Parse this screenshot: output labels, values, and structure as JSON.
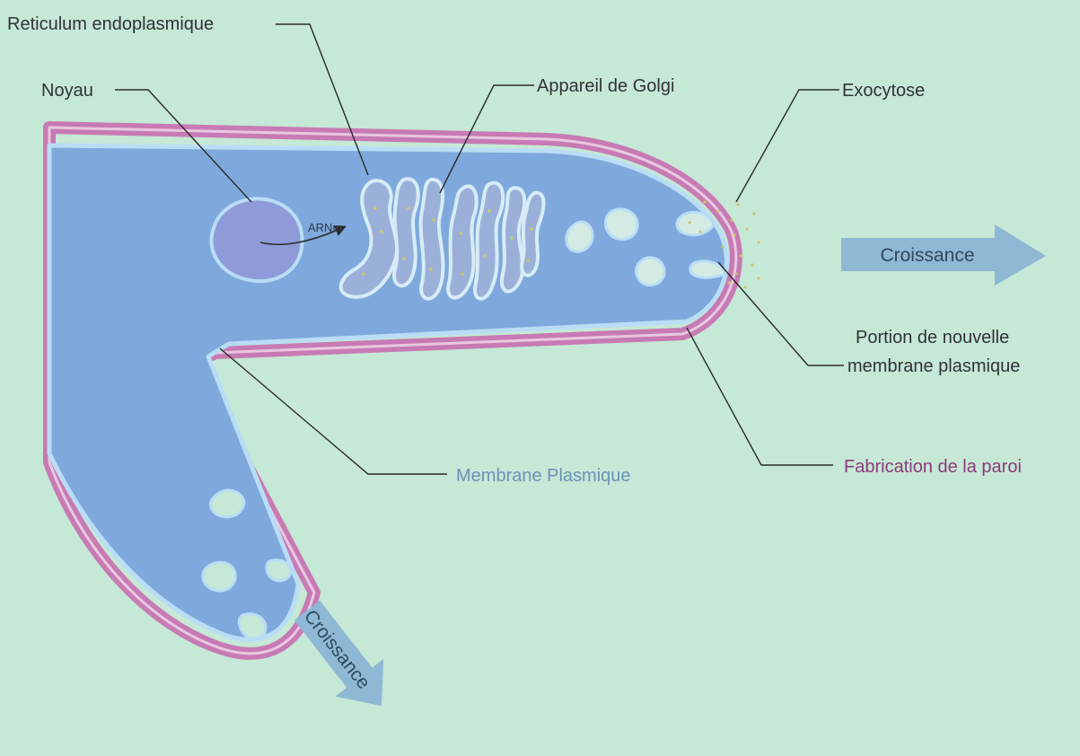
{
  "labels": {
    "reticulum": "Reticulum endoplasmique",
    "noyau": "Noyau",
    "golgi": "Appareil de Golgi",
    "exocytose": "Exocytose",
    "arnm": "ARNm",
    "croissance_right": "Croissance",
    "portion_line1": "Portion de nouvelle",
    "portion_line2": "membrane plasmique",
    "membrane": "Membrane Plasmique",
    "fabrication": "Fabrication de la paroi",
    "croissance_bottom": "Croissance"
  },
  "colors": {
    "background": "#c6e8d6",
    "cytoplasm": "#7fa9dc",
    "membrane": "#b9ddf5",
    "wall": "#c77ab3",
    "nucleus": "#8e9bd8",
    "vesicle_dots": "#c9c96a",
    "growth_arrow": "#8fb8d4",
    "membrane_label": "#6c93b6",
    "fabrication_label": "#8b3a78",
    "leader_line": "#2a2a2a"
  },
  "icons": {
    "growth_arrow": "arrow-right",
    "mrna_arrow": "curved-arrow"
  }
}
